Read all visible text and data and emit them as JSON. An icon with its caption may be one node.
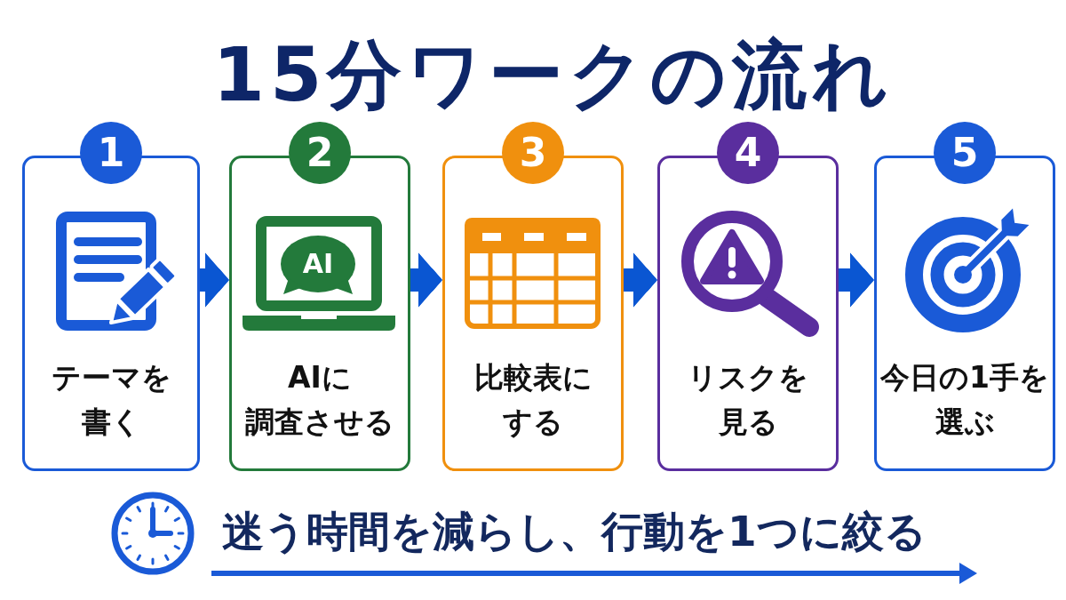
{
  "diagram": {
    "title": "15分ワークの流れ",
    "nodes": [
      {
        "text": [
          "1",
          "テーマを書く"
        ]
      },
      {
        "text": [
          "2",
          "AI",
          "AIに調査させる"
        ]
      },
      {
        "text": [
          "3",
          "比較表にする"
        ]
      },
      {
        "text": [
          "4",
          "リスクを見る"
        ]
      },
      {
        "text": [
          "5",
          "今日の1手を選ぶ"
        ]
      }
    ],
    "edges": [
      {
        "from": 0,
        "to": 1,
        "arrow": "to"
      },
      {
        "from": 1,
        "to": 2,
        "arrow": "to"
      },
      {
        "from": 2,
        "to": 3,
        "arrow": "to"
      },
      {
        "from": 3,
        "to": 4,
        "arrow": "to"
      }
    ],
    "labels": [
      "迷う時間を減らし、行動を1つに絞る"
    ]
  }
}
